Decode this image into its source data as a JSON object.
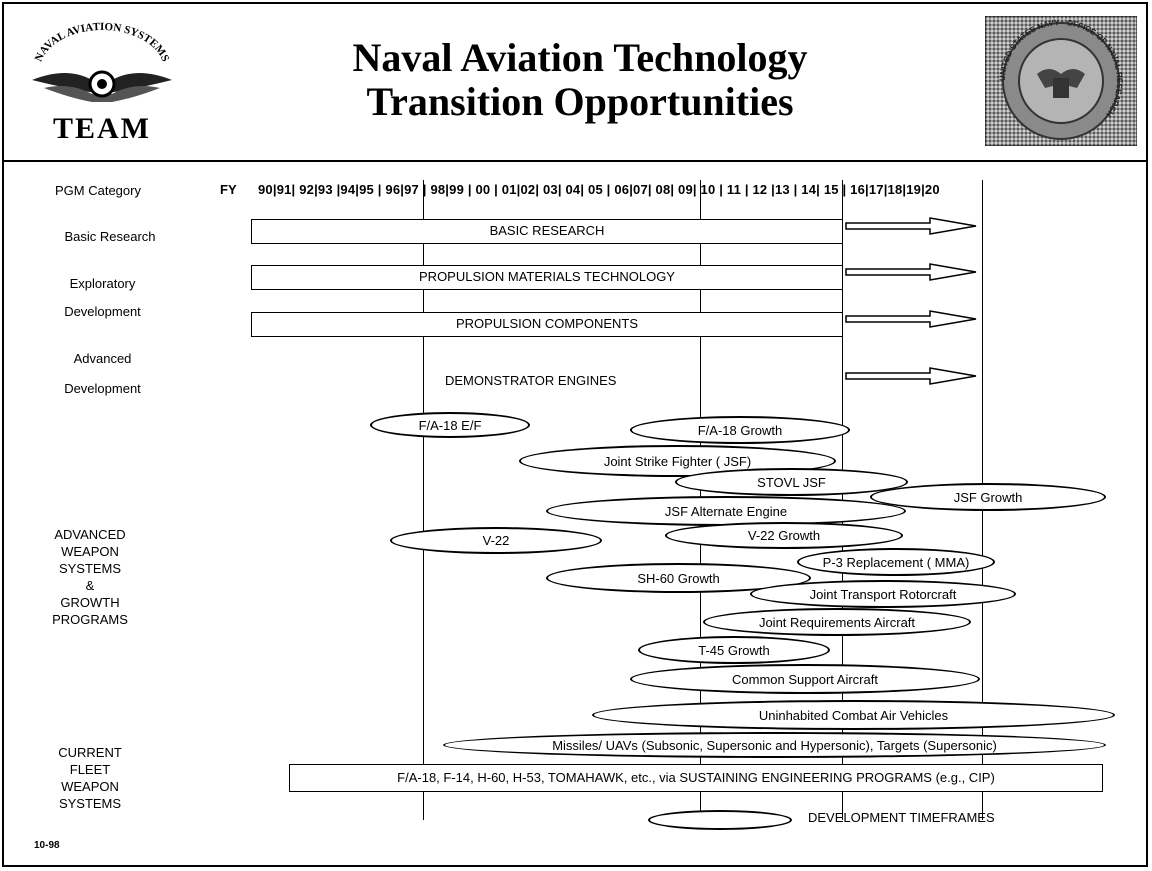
{
  "title": {
    "line1": "Naval Aviation Technology",
    "line2": "Transition Opportunities"
  },
  "left_logo": {
    "top_text": "NAVAL AVIATION SYSTEMS",
    "bottom_text": "TEAM"
  },
  "right_logo": {
    "ring_text": "UNITED STATES NAVY · OFFICE OF NAVAL RESEARCH"
  },
  "axis": {
    "category_header": "PGM Category",
    "fy_label": "FY",
    "years": "90|91| 92|93 |94|95 | 96|97 | 98|99 | 00 | 01|02| 03| 04| 05 | 06|07| 08| 09| 10 | 11 | 12 |13 | 14| 15 | 16|17|18|19|20"
  },
  "categories": {
    "basic_research": "Basic Research",
    "exploratory_1": "Exploratory",
    "exploratory_2": "Development",
    "advanced_1": "Advanced",
    "advanced_2": "Development",
    "awsg": [
      "ADVANCED",
      "WEAPON",
      "SYSTEMS",
      "&",
      "GROWTH",
      "PROGRAMS"
    ],
    "cfws": [
      "CURRENT",
      "FLEET",
      "WEAPON",
      "SYSTEMS"
    ]
  },
  "bars": {
    "basic_research": "BASIC RESEARCH",
    "propulsion_materials": "PROPULSION MATERIALS TECHNOLOGY",
    "propulsion_components": "PROPULSION COMPONENTS",
    "demonstrator": "DEMONSTRATOR ENGINES",
    "sustaining": "F/A-18, F-14, H-60, H-53, TOMAHAWK, etc., via SUSTAINING ENGINEERING PROGRAMS (e.g., CIP)"
  },
  "programs": {
    "fa18ef": "F/A-18 E/F",
    "fa18growth": "F/A-18 Growth",
    "jsf": "Joint Strike Fighter  ( JSF)",
    "stovl": "STOVL JSF",
    "jsf_growth": "JSF Growth",
    "jsf_alt": "JSF Alternate Engine",
    "v22": "V-22",
    "v22growth": "V-22 Growth",
    "p3": "P-3 Replacement ( MMA)",
    "sh60": "SH-60 Growth",
    "jtr": "Joint Transport Rotorcraft",
    "jra": "Joint Requirements Aircraft",
    "t45": "T-45 Growth",
    "csa": "Common Support Aircraft",
    "ucav": "Uninhabited Combat Air Vehicles",
    "missiles": "Missiles/ UAVs (Subsonic, Supersonic and Hypersonic), Targets (Supersonic)"
  },
  "legend": {
    "label": "DEVELOPMENT TIMEFRAMES"
  },
  "footer": "10-98"
}
